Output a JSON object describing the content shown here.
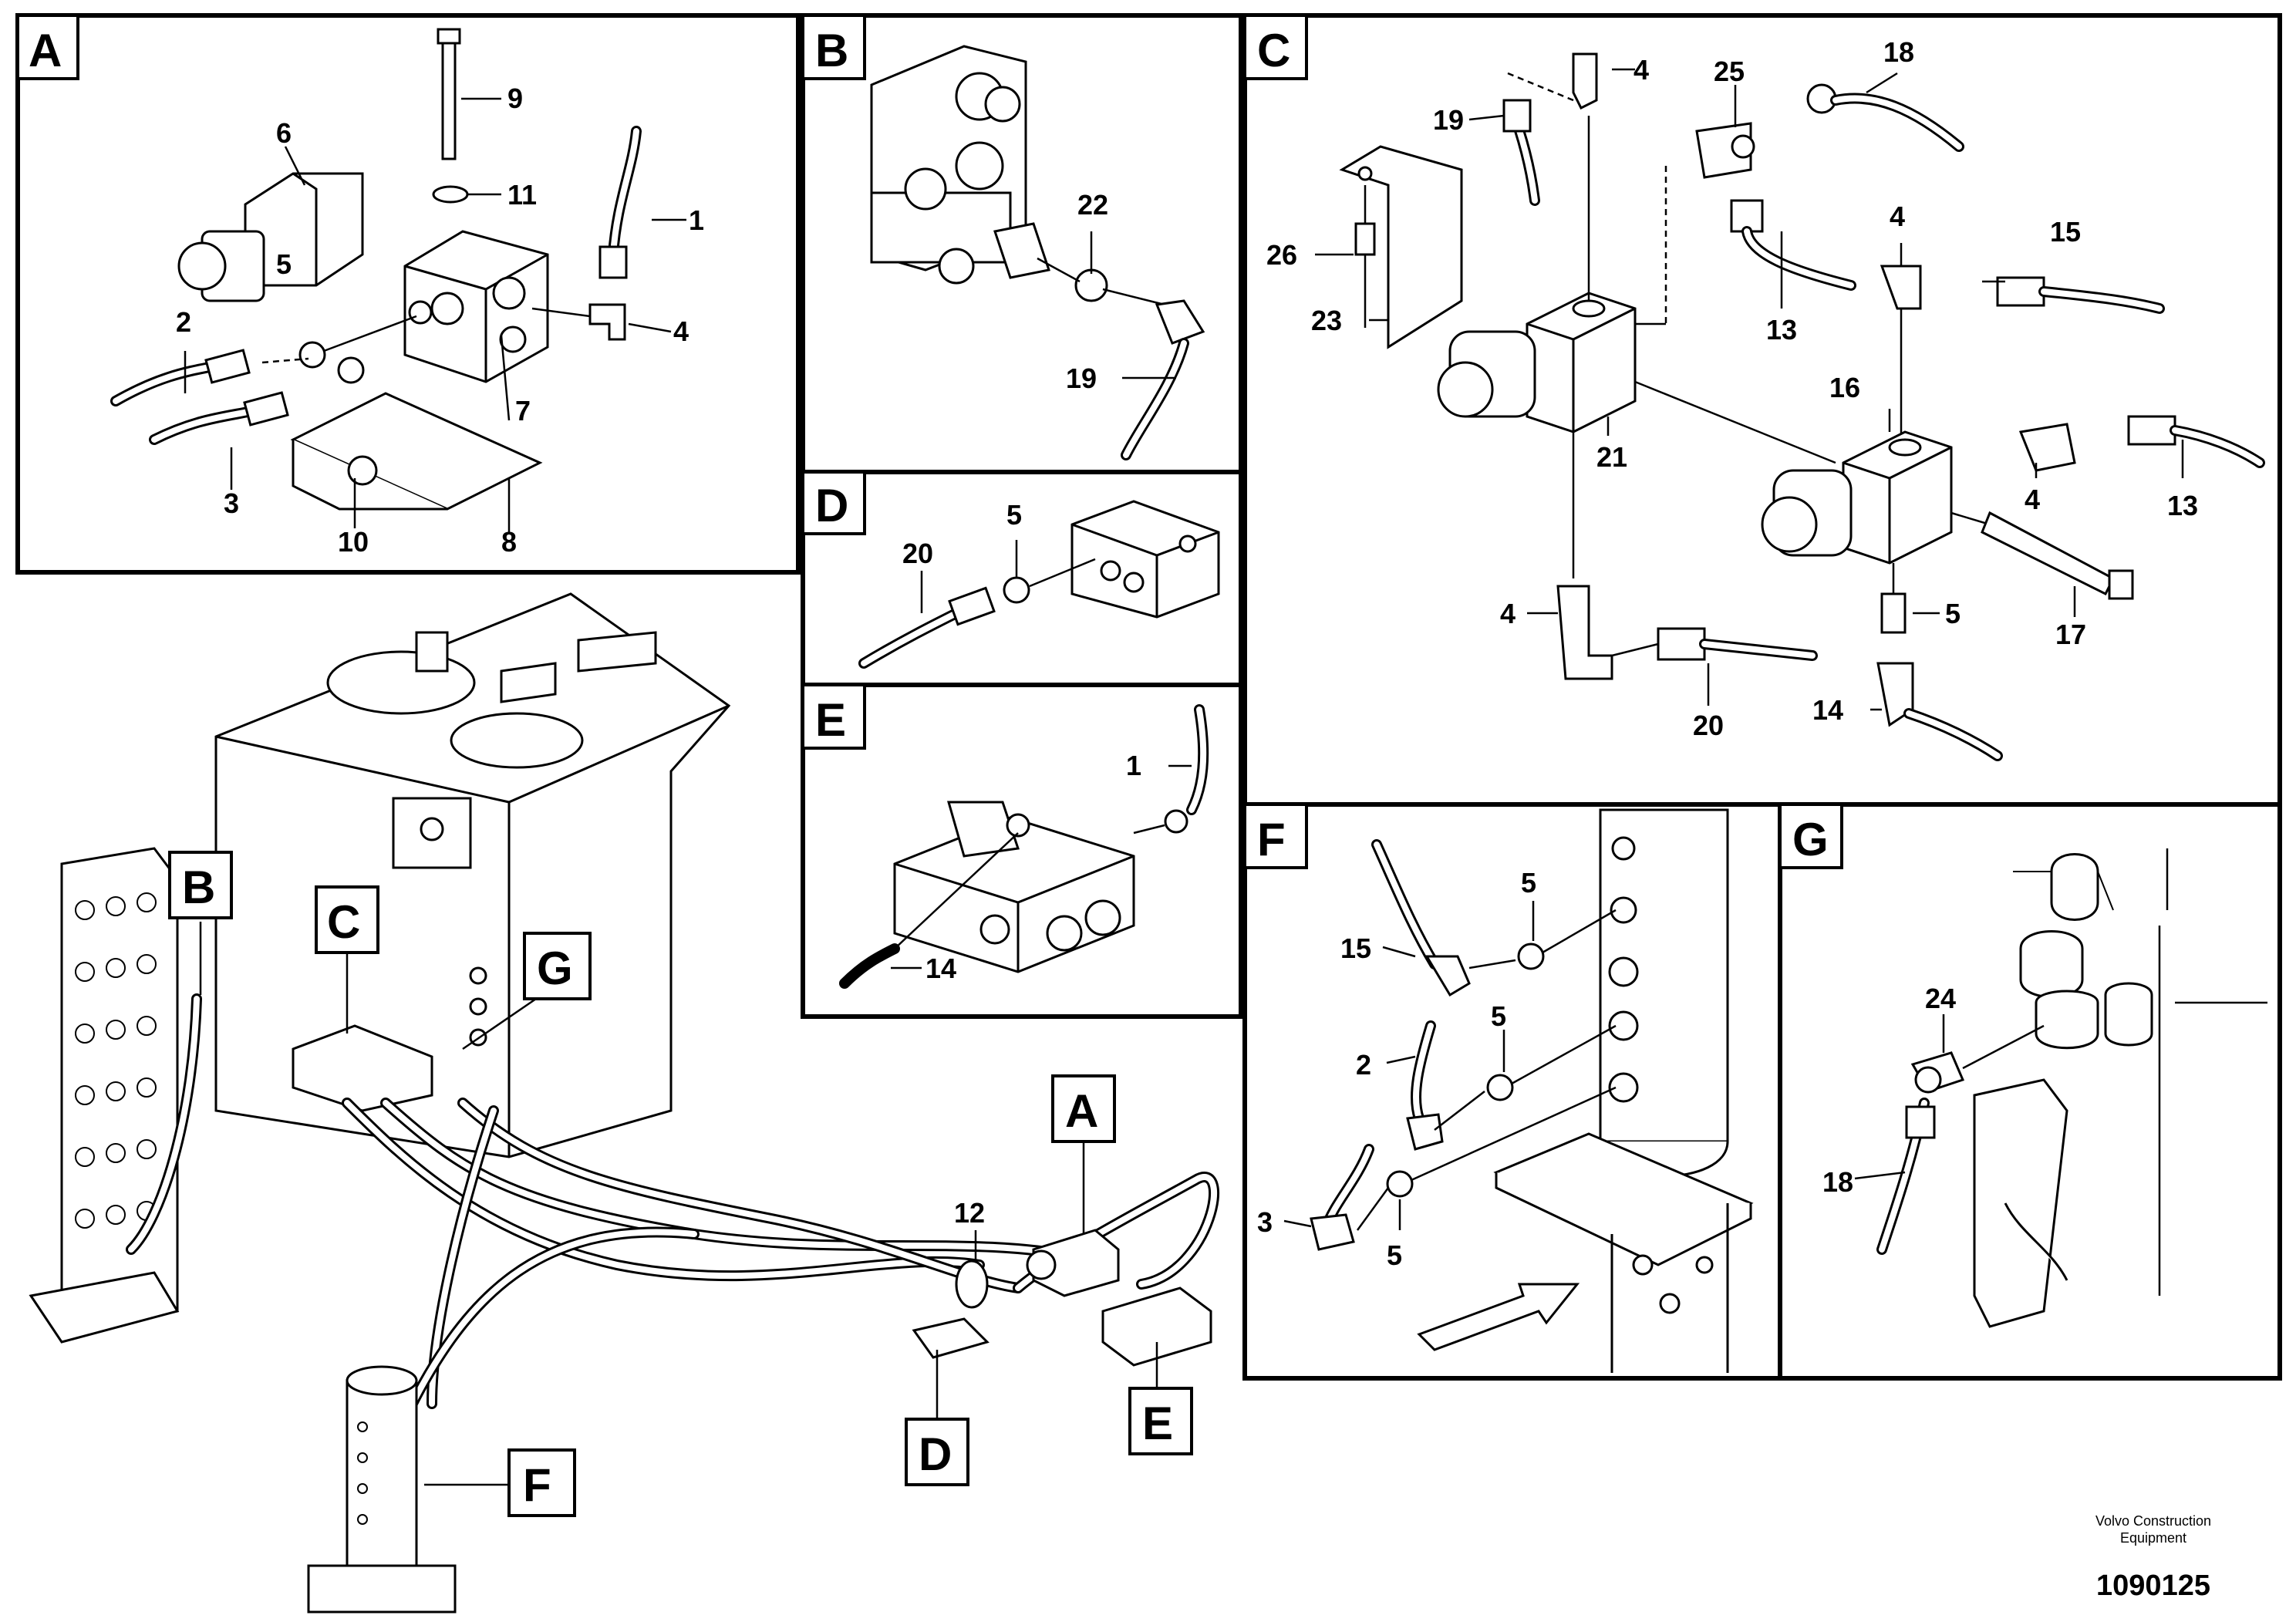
{
  "panels": {
    "A": {
      "letter": "A",
      "callouts": [
        "9",
        "11",
        "6",
        "1",
        "2",
        "5",
        "4",
        "7",
        "3",
        "10",
        "8"
      ]
    },
    "B": {
      "letter": "B",
      "callouts": [
        "22",
        "19"
      ]
    },
    "C": {
      "letter": "C",
      "callouts": [
        "4",
        "25",
        "18",
        "19",
        "26",
        "23",
        "4",
        "15",
        "13",
        "21",
        "16",
        "4",
        "13",
        "17",
        "4",
        "5",
        "20",
        "14"
      ]
    },
    "D": {
      "letter": "D",
      "callouts": [
        "5",
        "20"
      ]
    },
    "E": {
      "letter": "E",
      "callouts": [
        "1",
        "14"
      ]
    },
    "F": {
      "letter": "F",
      "callouts": [
        "5",
        "15",
        "5",
        "2",
        "3",
        "5"
      ]
    },
    "G": {
      "letter": "G",
      "callouts": [
        "24",
        "18"
      ]
    }
  },
  "overview": {
    "labels": [
      "B",
      "C",
      "G",
      "A",
      "D",
      "E",
      "F"
    ],
    "callouts": [
      "12"
    ]
  },
  "footer": {
    "brand_line1": "Volvo Construction",
    "brand_line2": "Equipment",
    "drawing_number": "1090125"
  }
}
